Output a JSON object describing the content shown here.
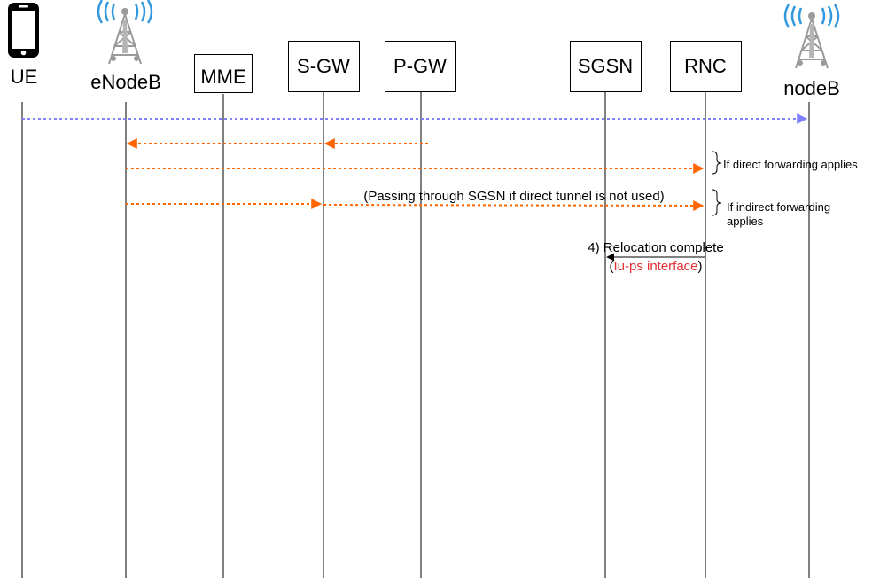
{
  "entities": {
    "ue": "UE",
    "enodeb": "eNodeB",
    "mme": "MME",
    "sgw": "S-GW",
    "pgw": "P-GW",
    "sgsn": "SGSN",
    "rnc": "RNC",
    "nodeb": "nodeB"
  },
  "icons": {
    "ue": "mobile-phone-icon",
    "enodeb": "cell-tower-icon",
    "nodeb": "cell-tower-icon"
  },
  "notes": {
    "direct": "If direct forwarding applies",
    "indirect_line1": "If indirect forwarding",
    "indirect_line2": "applies",
    "passing": "(Passing through SGSN if direct tunnel is not used)"
  },
  "messages": {
    "relocation_complete": "4) Relocation complete",
    "iface_open": "(",
    "iface_name": "Iu-ps interface",
    "iface_close": ")"
  },
  "colors": {
    "user_plane": "#7f7fff",
    "forwarding": "#ff6600",
    "interface_text": "#e03030",
    "signal_blue": "#3399dd",
    "tower_grey": "#9a9a9a"
  }
}
